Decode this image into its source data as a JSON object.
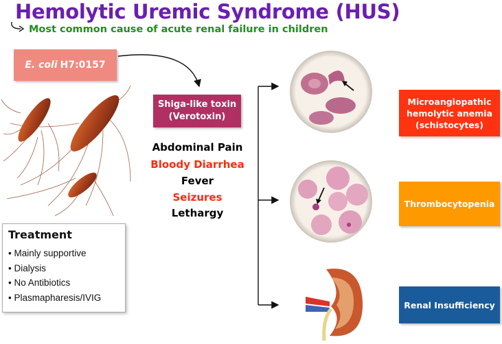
{
  "title": "Hemolytic Uremic Syndrome (HUS)",
  "subtitle": "Most common cause of acute renal failure in children",
  "ecoli": {
    "italic": "E. coli",
    "strain": "H7:0157"
  },
  "toxin": {
    "line1": "Shiga-like toxin",
    "line2": "(Verotoxin)"
  },
  "symptoms": [
    {
      "text": "Abdominal Pain",
      "color": "#000000"
    },
    {
      "text": "Bloody Diarrhea",
      "color": "#ff2a0a"
    },
    {
      "text": "Fever",
      "color": "#000000"
    },
    {
      "text": "Seizures",
      "color": "#ff2a0a"
    },
    {
      "text": "Lethargy",
      "color": "#000000"
    }
  ],
  "treatment": {
    "title": "Treatment",
    "items": [
      "Mainly supportive",
      "Dialysis",
      "No Antibiotics",
      "Plasmapharesis/IVIG"
    ]
  },
  "outcomes": [
    {
      "line1": "Microangiopathic",
      "line2": "hemolytic anemia",
      "line3": "(schistocytes)",
      "color": "#ff3311"
    },
    {
      "line1": "Thrombocytopenia",
      "color": "#ff9900"
    },
    {
      "line1": "Renal Insufficiency",
      "color": "#1a5b9c"
    }
  ],
  "icons": [
    "curved-arrow-icon",
    "bacteria-image",
    "schistocyte-image",
    "platelet-image",
    "kidney-image"
  ]
}
